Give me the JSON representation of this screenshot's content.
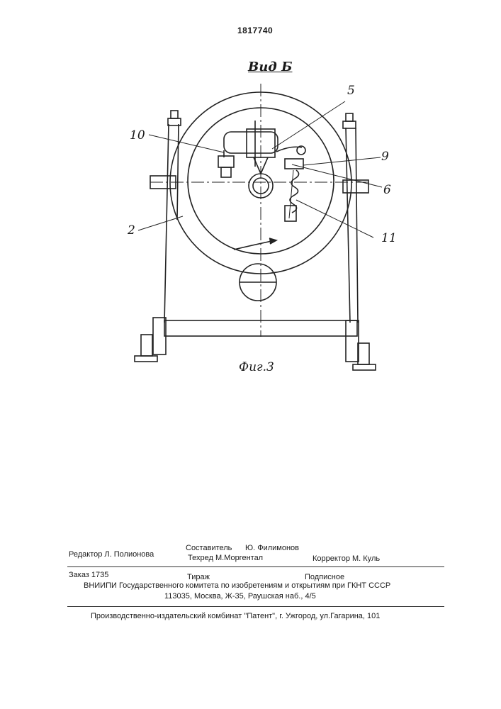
{
  "header": {
    "patent_number": "1817740"
  },
  "figure": {
    "view_label": "Вид Б",
    "caption": "Фиг.3",
    "callouts": [
      "5",
      "10",
      "9",
      "6",
      "2",
      "11"
    ]
  },
  "imprint": {
    "editor": "Редактор  Л. Полионова",
    "compiler_label": "Составитель",
    "compiler_name": "Ю. Филимонов",
    "techeditor": "Техред М.Моргентал",
    "proofreader_label": "Корректор",
    "proofreader_name": "М. Куль",
    "order": "Заказ  1735",
    "circulation": "Тираж",
    "subscription": "Подписное",
    "vniipi": "ВНИИПИ Государственного комитета по изобретениям и открытиям при ГКНТ СССР",
    "address": "113035, Москва, Ж-35, Раушская наб., 4/5",
    "publisher": "Производственно-издательский комбинат \"Патент\", г. Ужгород, ул.Гагарина, 101"
  }
}
